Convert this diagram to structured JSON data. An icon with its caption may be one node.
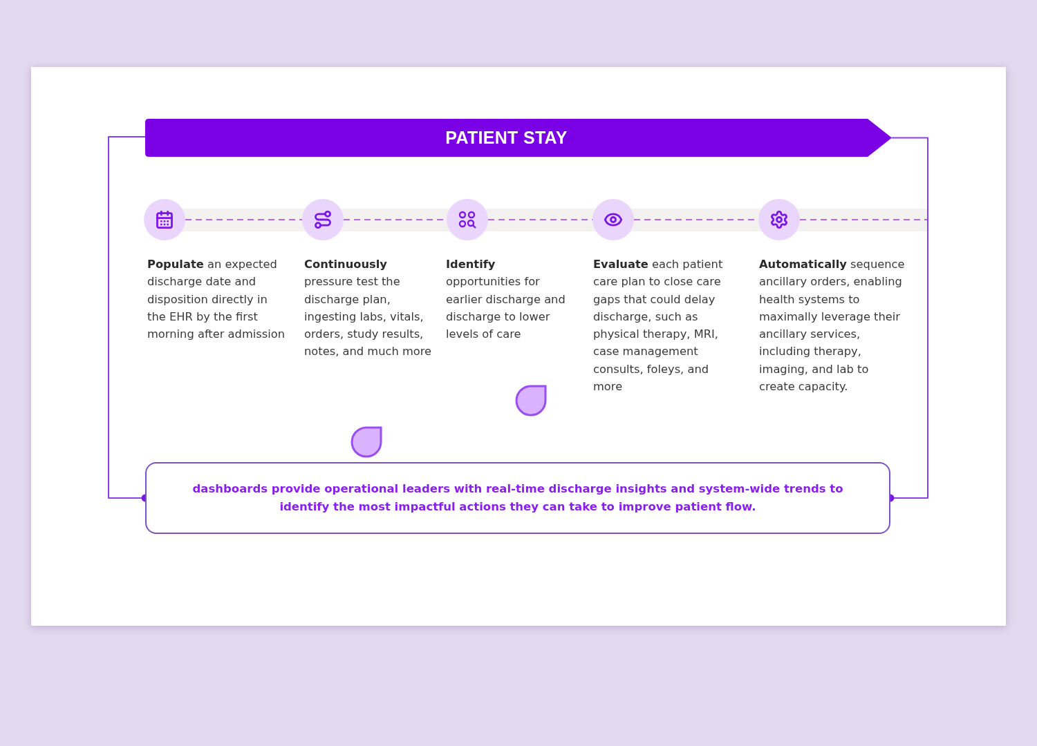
{
  "diagram": {
    "nodes": [
      {
        "text": [
          "PATIENT STAY"
        ]
      },
      {
        "text": [],
        "shape": "circle",
        "beside": [
          "**Populate** an expected discharge date and disposition directly in the EHR by the first morning after admission"
        ]
      },
      {
        "text": [],
        "shape": "circle",
        "beside": [
          "**Continuously** pressure test the discharge plan, ingesting labs, vitals, orders, study results, notes, and much more"
        ]
      },
      {
        "text": [],
        "shape": "circle",
        "beside": [
          "**Identify** opportunities for earlier discharge and discharge to lower levels of care"
        ]
      },
      {
        "text": [],
        "shape": "circle",
        "beside": [
          "**Evaluate** each patient care plan to close care gaps that could delay discharge, such as physical therapy, MRI, case management consults, foleys, and more"
        ]
      },
      {
        "text": [],
        "shape": "circle",
        "beside": [
          "**Automatically** sequence ancillary orders, enabling health systems to maximally leverage their ancillary services, including therapy, imaging, and lab to create capacity."
        ]
      },
      {
        "text": [
          "dashboards provide operational leaders with real-time discharge insights and system-wide trends to identify the most impactful actions they can take to improve patient flow."
        ]
      }
    ],
    "edges": [
      {
        "from": 1,
        "to": 2,
        "arrow": "none",
        "style": "dashed"
      },
      {
        "from": 2,
        "to": 3,
        "arrow": "none",
        "style": "dashed"
      },
      {
        "from": 3,
        "to": 4,
        "arrow": "none",
        "style": "dashed"
      },
      {
        "from": 4,
        "to": 5,
        "arrow": "none",
        "style": "dashed"
      },
      {
        "from": 5,
        "to": null,
        "arrow": "none",
        "style": "dashed"
      },
      {
        "from": 0,
        "to": 6,
        "arrow": "other",
        "color": "#8a3ef0"
      },
      {
        "from": 0,
        "to": 6,
        "arrow": "other",
        "color": "#8a3ef0"
      }
    ]
  }
}
